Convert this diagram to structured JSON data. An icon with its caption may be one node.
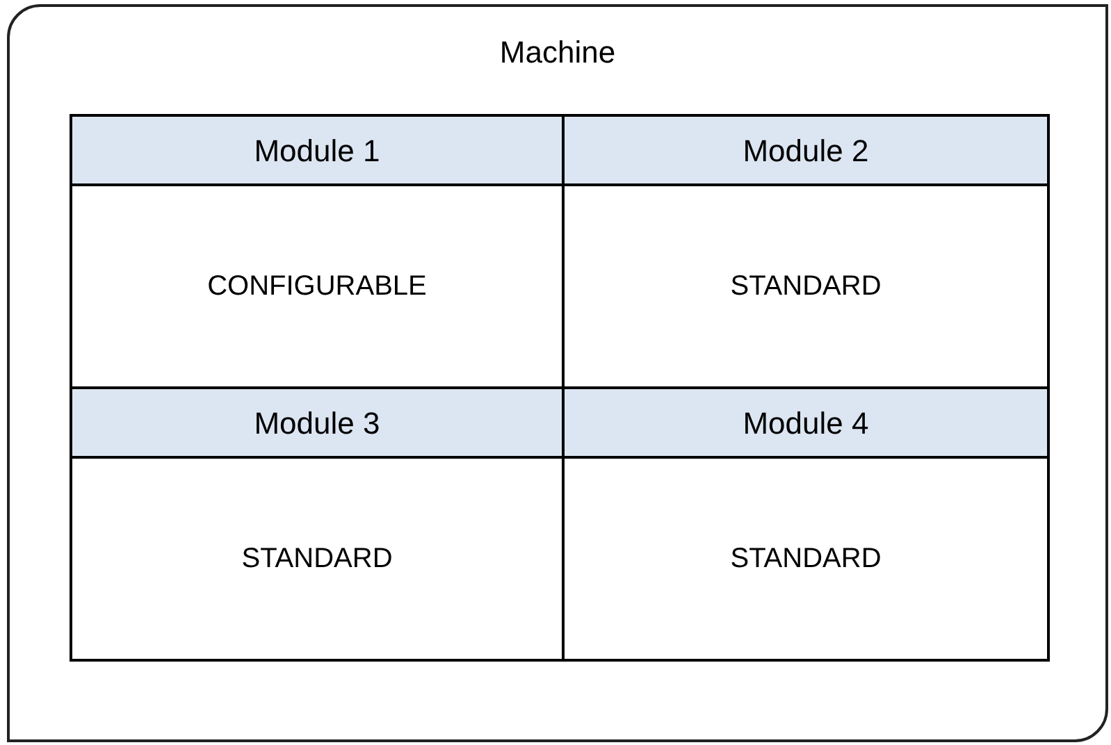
{
  "diagram": {
    "nodes": [
      {
        "text": [
          "Machine"
        ]
      },
      {
        "text": [
          "Module 1",
          "CONFIGURABLE"
        ],
        "in": 0
      },
      {
        "text": [
          "Module 2",
          "STANDARD"
        ],
        "in": 0
      },
      {
        "text": [
          "Module 3",
          "STANDARD"
        ],
        "in": 0
      },
      {
        "text": [
          "Module 4",
          "STANDARD"
        ],
        "in": 0
      }
    ]
  }
}
